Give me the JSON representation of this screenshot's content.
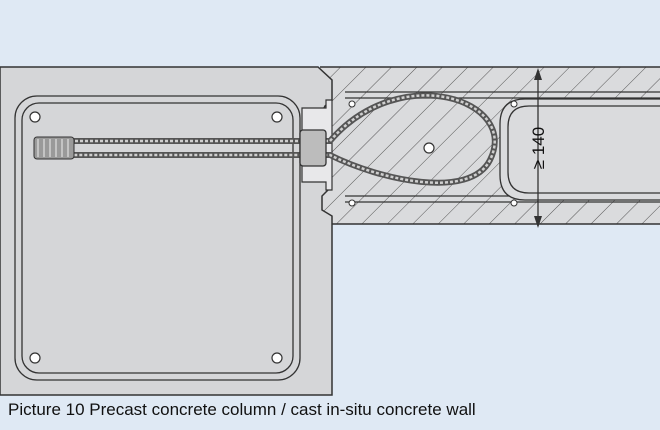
{
  "caption": "Picture 10  Precast concrete column / cast in-situ concrete wall",
  "dimension_label": "≥ 140",
  "colors": {
    "background": "#dfe9f4",
    "column_fill": "#d5d6d8",
    "wall_fill": "#dadbdd",
    "outline": "#333333",
    "cable": "#555555",
    "hatch": "#555555"
  },
  "icons": [
    "wire-rope-loop",
    "dimension-arrow"
  ]
}
